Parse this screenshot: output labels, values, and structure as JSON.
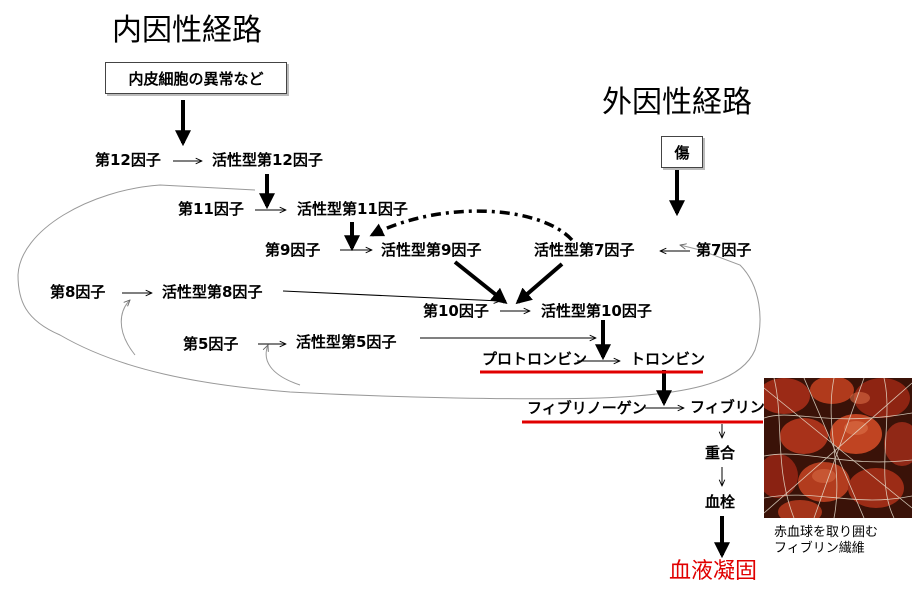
{
  "titles": {
    "intrinsic": "内因性経路",
    "extrinsic": "外因性経路"
  },
  "triggers": {
    "endothelial": "内皮細胞の異常など",
    "injury": "傷"
  },
  "factors": {
    "f12": "第12因子",
    "f12a": "活性型第12因子",
    "f11": "第11因子",
    "f11a": "活性型第11因子",
    "f9": "第9因子",
    "f9a": "活性型第9因子",
    "f7": "第7因子",
    "f7a": "活性型第7因子",
    "f8": "第8因子",
    "f8a": "活性型第8因子",
    "f10": "第10因子",
    "f10a": "活性型第10因子",
    "f5": "第5因子",
    "f5a": "活性型第5因子"
  },
  "proteins": {
    "prothrombin": "プロトロンビン",
    "thrombin": "トロンビン",
    "fibrinogen": "フィブリノーゲン",
    "fibrin": "フィブリン"
  },
  "stages": {
    "polymer": "重合",
    "thrombus": "血栓",
    "coagulation": "血液凝固"
  },
  "photo_caption": {
    "line1": "赤血球を取り囲む",
    "line2": "フィブリン繊維"
  },
  "colors": {
    "highlight": "#e00000",
    "arrow": "#000000",
    "loop": "#999999"
  }
}
